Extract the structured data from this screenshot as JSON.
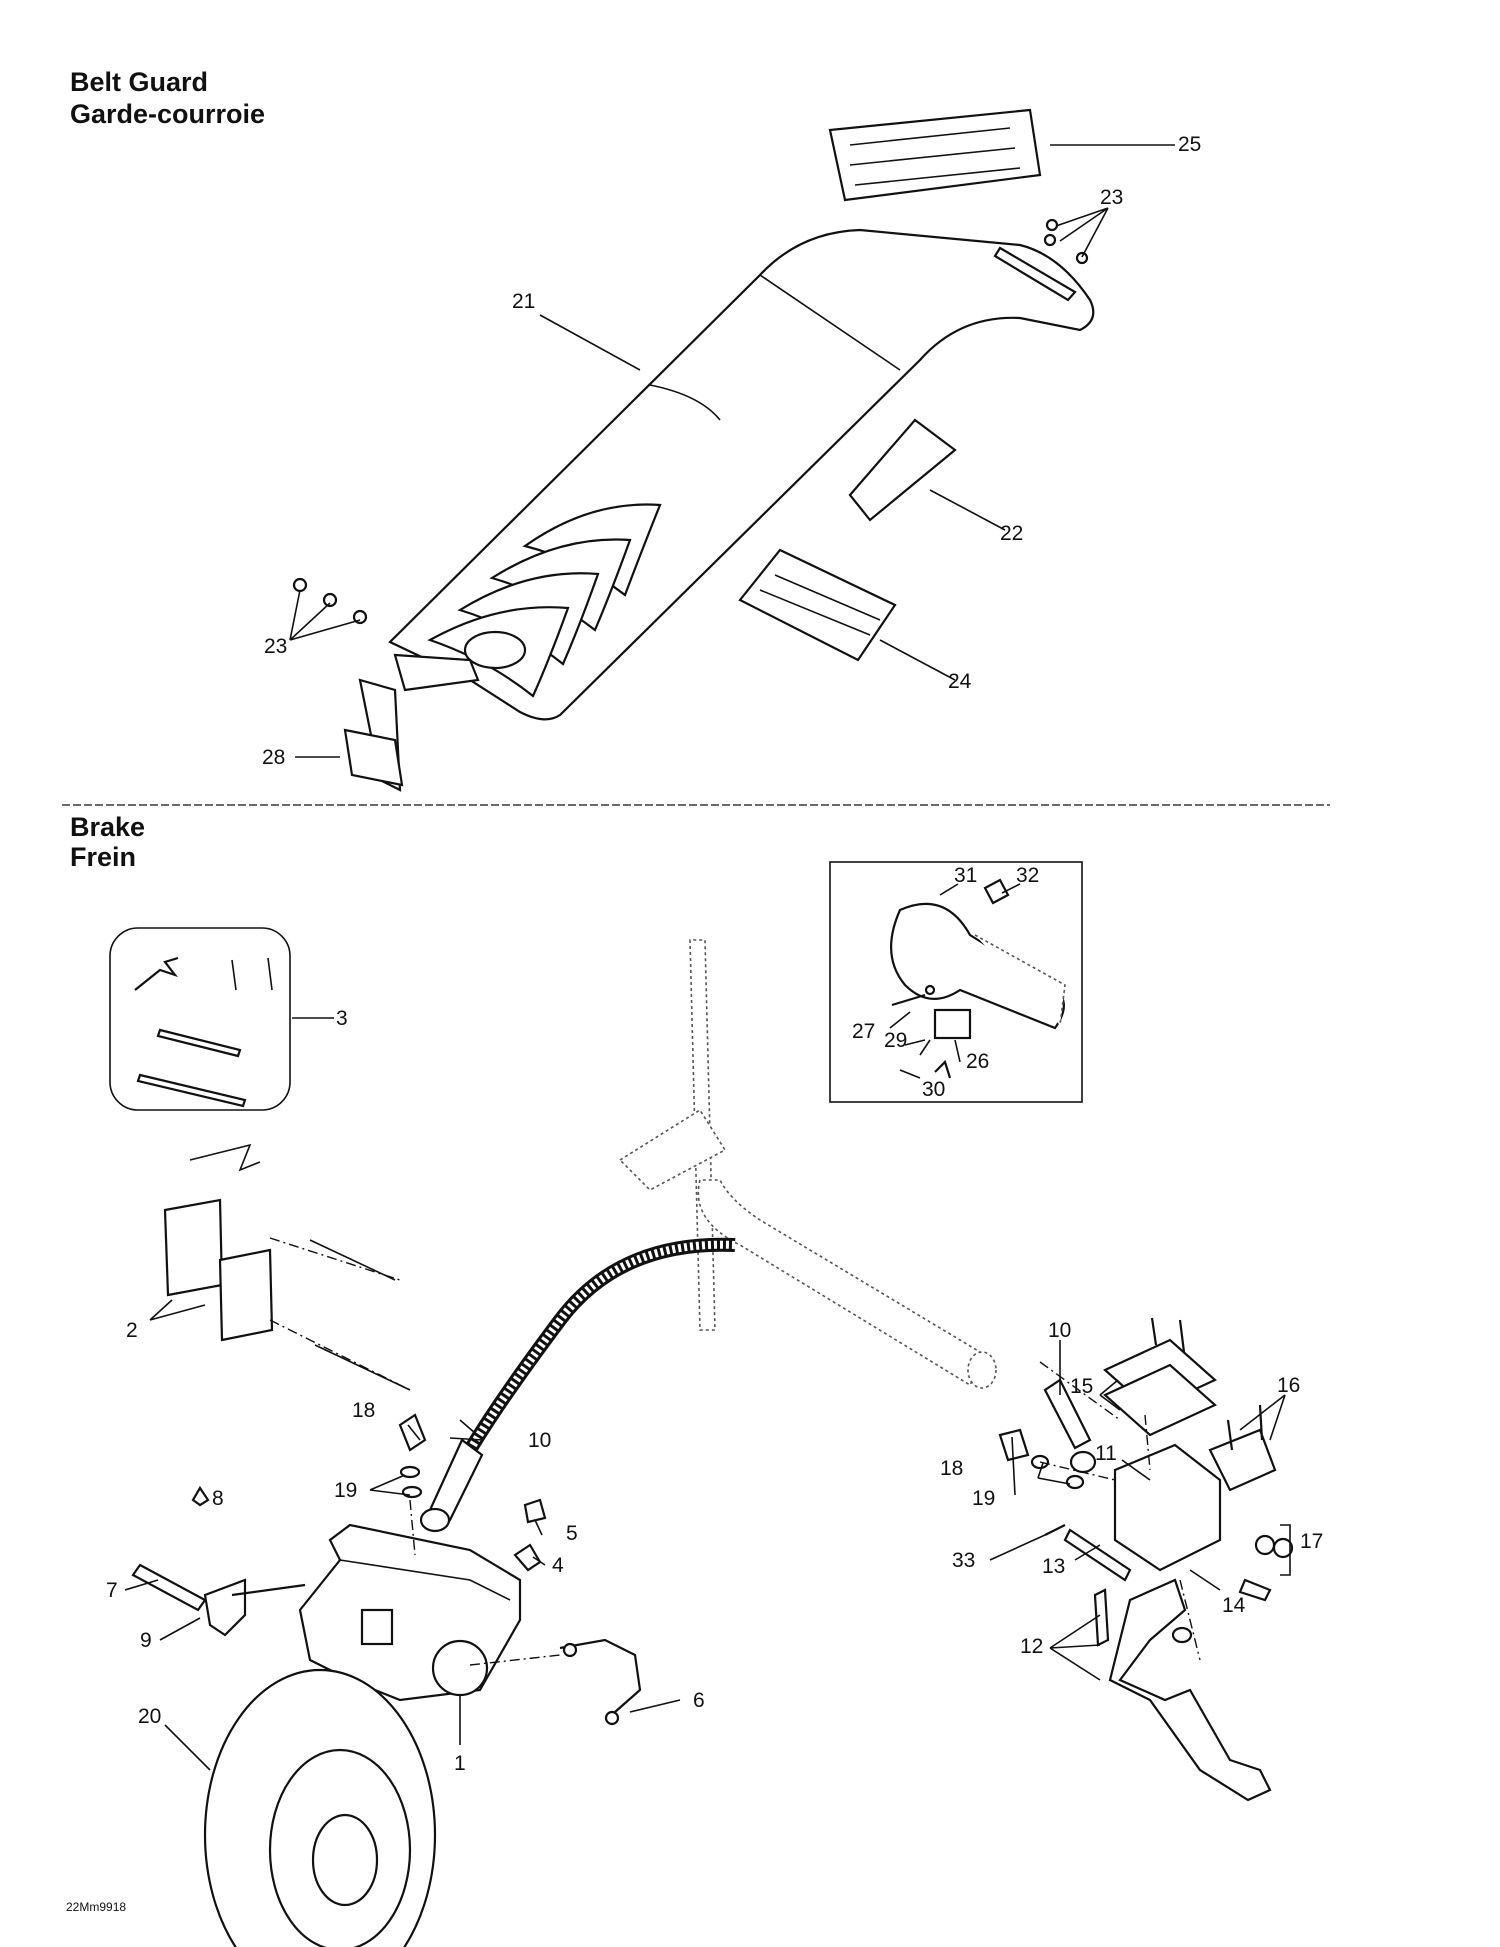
{
  "belt_guard_section": {
    "title_en": "Belt Guard",
    "title_fr": "Garde-courroie",
    "callouts": [
      "21",
      "22",
      "23",
      "23",
      "24",
      "25",
      "28"
    ]
  },
  "brake_section": {
    "title_en": "Brake",
    "title_fr": "Frein",
    "callouts": [
      "1",
      "2",
      "3",
      "4",
      "5",
      "6",
      "7",
      "8",
      "9",
      "10",
      "10",
      "11",
      "12",
      "13",
      "14",
      "15",
      "16",
      "17",
      "18",
      "18",
      "19",
      "19",
      "20",
      "33"
    ],
    "inset_callouts": [
      "26",
      "27",
      "29",
      "30",
      "31",
      "32"
    ]
  },
  "drawing_code": "22Mm9918"
}
